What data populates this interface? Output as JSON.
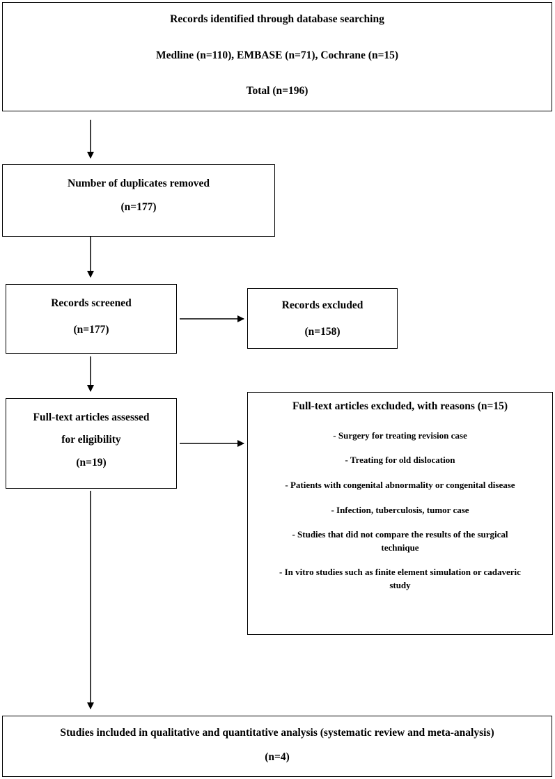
{
  "box_identified": {
    "line1": "Records identified through database searching",
    "line2": "Medline (n=110), EMBASE (n=71), Cochrane (n=15)",
    "line3": "Total (n=196)"
  },
  "box_duplicates": {
    "line1": "Number of duplicates removed",
    "line2": "(n=177)"
  },
  "box_screened": {
    "line1": "Records screened",
    "line2": "(n=177)"
  },
  "box_excluded": {
    "line1": "Records excluded",
    "line2": "(n=158)"
  },
  "box_fulltext": {
    "line1": "Full-text articles assessed",
    "line2": "for eligibility",
    "line3": "(n=19)"
  },
  "box_fulltext_excluded": {
    "title": "Full-text articles excluded, with reasons (n=15)",
    "reasons": [
      "- Surgery for treating revision case",
      "- Treating for old dislocation",
      "- Patients with congenital abnormality or congenital disease",
      "- Infection, tuberculosis, tumor case",
      "- Studies that did not compare the results of the surgical",
      "technique",
      "- In vitro studies such as finite element simulation or cadaveric",
      "study"
    ]
  },
  "box_included": {
    "line1": "Studies included in qualitative and quantitative analysis (systematic review and meta-analysis)",
    "line2": "(n=4)"
  }
}
